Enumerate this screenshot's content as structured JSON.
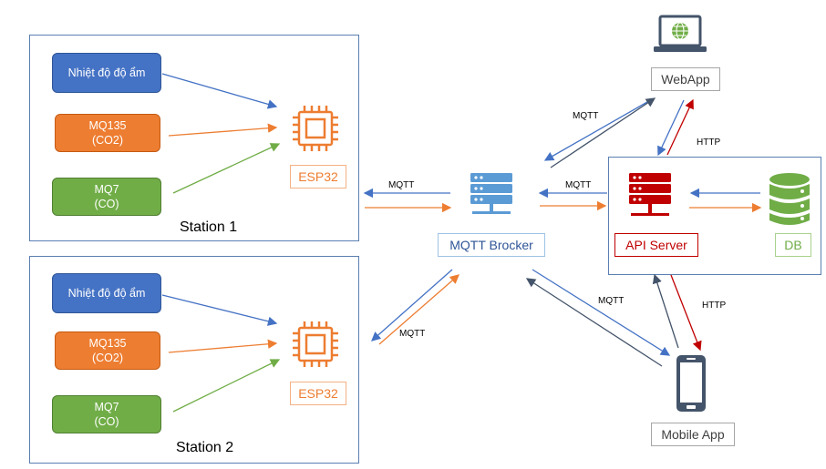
{
  "stations": [
    {
      "title": "Station 1",
      "sensors": [
        {
          "line1": "Nhiệt độ độ ẩm",
          "line2": ""
        },
        {
          "line1": "MQ135",
          "line2": "(CO2)"
        },
        {
          "line1": "MQ7",
          "line2": "(CO)"
        }
      ],
      "mcu_label": "ESP32"
    },
    {
      "title": "Station 2",
      "sensors": [
        {
          "line1": "Nhiệt độ độ ẩm",
          "line2": ""
        },
        {
          "line1": "MQ135",
          "line2": "(CO2)"
        },
        {
          "line1": "MQ7",
          "line2": "(CO)"
        }
      ],
      "mcu_label": "ESP32"
    }
  ],
  "broker": {
    "label": "MQTT Brocker",
    "icon": "server-icon"
  },
  "webapp": {
    "label": "WebApp",
    "icon": "laptop-globe-icon"
  },
  "api": {
    "label": "API Server",
    "icon": "server-icon"
  },
  "db": {
    "label": "DB",
    "icon": "database-icon"
  },
  "mobile": {
    "label": "Mobile App",
    "icon": "smartphone-icon"
  },
  "edges": {
    "station1_broker": "MQTT",
    "station2_broker": "MQTT",
    "broker_webapp": "MQTT",
    "broker_api": "MQTT",
    "broker_mobile": "MQTT",
    "webapp_api": "HTTP",
    "api_mobile": "HTTP"
  },
  "colors": {
    "blue": "#4472c4",
    "orange": "#ed7d31",
    "green": "#70ad47",
    "red": "#c00000",
    "navy": "#44546a"
  }
}
